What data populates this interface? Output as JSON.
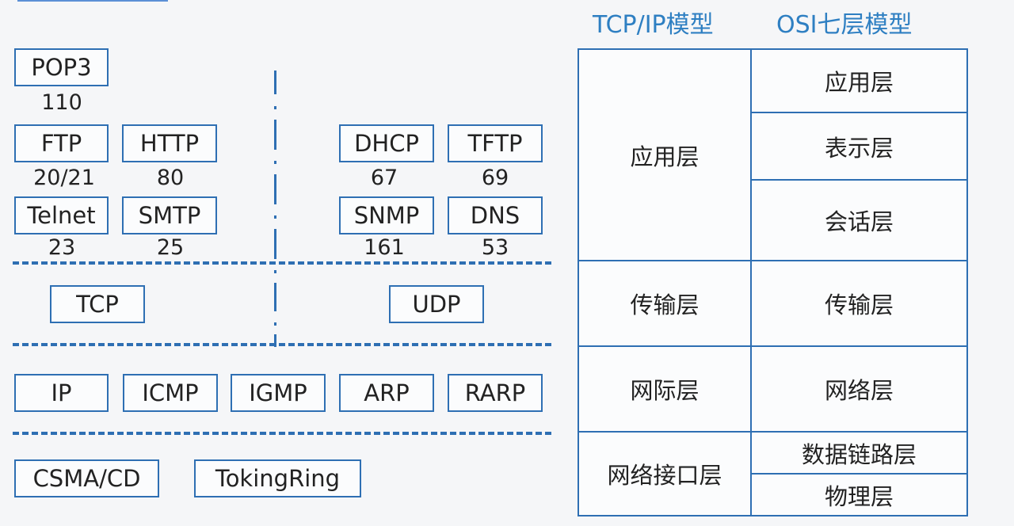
{
  "headings": {
    "tcpip": "TCP/IP模型",
    "osi": "OSI七层模型"
  },
  "application_protocols": [
    {
      "name": "POP3",
      "port": "110"
    },
    {
      "name": "FTP",
      "port": "20/21"
    },
    {
      "name": "HTTP",
      "port": "80"
    },
    {
      "name": "Telnet",
      "port": "23"
    },
    {
      "name": "SMTP",
      "port": "25"
    },
    {
      "name": "DHCP",
      "port": "67"
    },
    {
      "name": "TFTP",
      "port": "69"
    },
    {
      "name": "SNMP",
      "port": "161"
    },
    {
      "name": "DNS",
      "port": "53"
    }
  ],
  "transport_protocols": [
    "TCP",
    "UDP"
  ],
  "network_protocols": [
    "IP",
    "ICMP",
    "IGMP",
    "ARP",
    "RARP"
  ],
  "link_protocols": [
    "CSMA/CD",
    "TokingRing"
  ],
  "tcpip_layers": [
    "应用层",
    "传输层",
    "网际层",
    "网络接口层"
  ],
  "osi_layers": [
    "应用层",
    "表示层",
    "会话层",
    "传输层",
    "网络层",
    "数据链路层",
    "物理层"
  ],
  "colors": {
    "accent": "#2e6fb3",
    "heading": "#2e7fc2"
  }
}
